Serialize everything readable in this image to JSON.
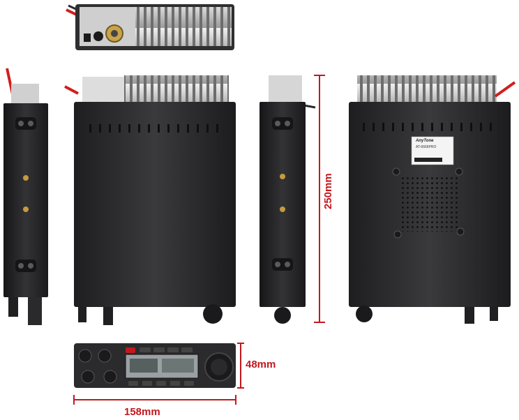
{
  "product": {
    "brand_label": "AnyTone",
    "model_label": "AT-6666PRO"
  },
  "dimensions": {
    "height": "250mm",
    "depth": "48mm",
    "width": "158mm"
  },
  "colors": {
    "dimension_red": "#c3181e",
    "radio_body": "#2b2b2d",
    "heatsink": "#d9d9d9"
  }
}
